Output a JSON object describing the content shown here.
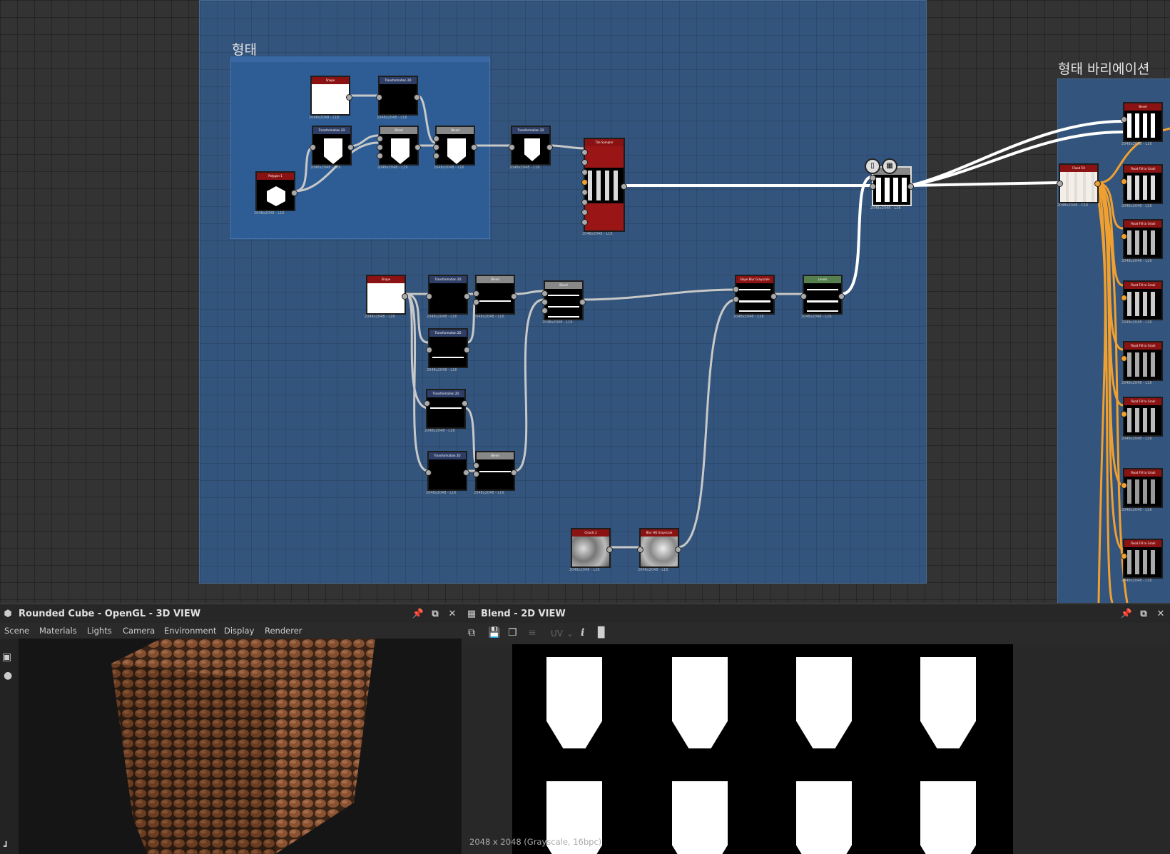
{
  "graph": {
    "frames": {
      "main_label": "",
      "inner_label": "형태",
      "right_label": "형태 바리에이션"
    },
    "nodes": [
      {
        "id": "shape1",
        "title": "Shape",
        "caption": "2048x2048 - L16"
      },
      {
        "id": "transform1",
        "title": "Transformation 2D",
        "caption": "2048x2048 - L16"
      },
      {
        "id": "transform2",
        "title": "Transformation 2D",
        "caption": "2048x2048 - L16"
      },
      {
        "id": "blend1",
        "title": "Blend",
        "caption": "2048x2048 - L16"
      },
      {
        "id": "blend2",
        "title": "Blend",
        "caption": "2048x2048 - L16"
      },
      {
        "id": "transform3",
        "title": "Transformation 2D",
        "caption": "2048x2048 - L16"
      },
      {
        "id": "polygon1",
        "title": "Polygon 1",
        "caption": "2048x2048 - L16"
      },
      {
        "id": "tile",
        "title": "Tile Sampler",
        "caption": "2048x2048 - L16"
      },
      {
        "id": "shape2",
        "title": "Shape",
        "caption": "2048x2048 - L16"
      },
      {
        "id": "transform4",
        "title": "Transformation 2D",
        "caption": "2048x2048 - L16"
      },
      {
        "id": "blend3",
        "title": "Blend",
        "caption": "2048x2048 - L16"
      },
      {
        "id": "blend4",
        "title": "Blend",
        "caption": "2048x2048 - L16"
      },
      {
        "id": "transform5",
        "title": "Transformation 2D",
        "caption": "2048x2048 - L16"
      },
      {
        "id": "transform6",
        "title": "Transformation 2D",
        "caption": "2048x2048 - L16"
      },
      {
        "id": "transform7",
        "title": "Transformation 2D",
        "caption": "2048x2048 - L16"
      },
      {
        "id": "blend5",
        "title": "Blend",
        "caption": "2048x2048 - L16"
      },
      {
        "id": "slope",
        "title": "Slope Blur Grayscale",
        "caption": "2048x2048 - L16"
      },
      {
        "id": "levels",
        "title": "Levels",
        "caption": "2048x2048 - L16"
      },
      {
        "id": "clouds",
        "title": "Clouds 2",
        "caption": "2048x2048 - L16"
      },
      {
        "id": "blurhq",
        "title": "Blur HQ Grayscale",
        "caption": "2048x2048 - L16"
      },
      {
        "id": "blendsel",
        "title": "",
        "caption": "2048x2048 - L16"
      },
      {
        "id": "floodfill",
        "title": "Flood Fill",
        "caption": "2048x2048 - C16"
      },
      {
        "id": "bevel",
        "title": "Bevel",
        "caption": "2048x2048 - L16"
      },
      {
        "id": "ff1",
        "title": "Flood Fill to Gradi",
        "caption": "2048x2048 - L16"
      },
      {
        "id": "ff2",
        "title": "Flood Fill to Gradi",
        "caption": "2048x2048 - L16"
      },
      {
        "id": "ff3",
        "title": "Flood Fill to Gradi",
        "caption": "2048x2048 - L16"
      },
      {
        "id": "ff4",
        "title": "Flood Fill to Gradi",
        "caption": "2048x2048 - L16"
      },
      {
        "id": "ff5",
        "title": "Flood Fill to Gradi",
        "caption": "2048x2048 - L16"
      },
      {
        "id": "ff6",
        "title": "Flood Fill to Gradi",
        "caption": "2048x2048 - L16"
      },
      {
        "id": "ff7",
        "title": "Flood Fill to Gradi",
        "caption": "2048x2048 - L16"
      }
    ]
  },
  "panel3d": {
    "title": "Rounded Cube - OpenGL - 3D VIEW",
    "menu": [
      "Scene",
      "Materials",
      "Lights",
      "Camera",
      "Environment",
      "Display",
      "Renderer"
    ]
  },
  "panel2d": {
    "title": "Blend - 2D VIEW",
    "uv_label": "UV",
    "resolution": "2048 x 2048 (Grayscale, 16bpc)"
  },
  "colors": {
    "frame": "#33547c",
    "accent_wire": "#f0a030",
    "node_red": "#8b1212"
  }
}
